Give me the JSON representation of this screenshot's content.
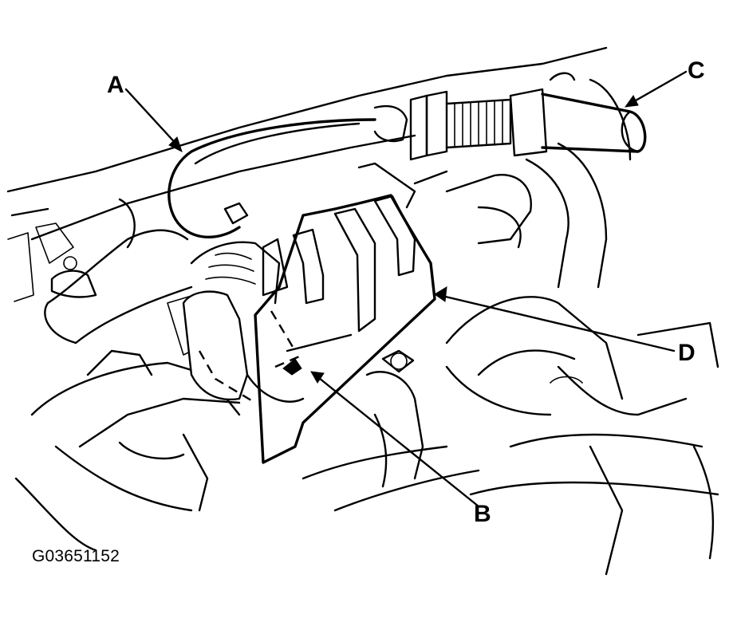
{
  "diagram": {
    "callouts": {
      "a": "A",
      "b": "B",
      "c": "C",
      "d": "D"
    },
    "figure_id": "G03651152",
    "colors": {
      "line": "#000000",
      "background": "#ffffff"
    }
  }
}
